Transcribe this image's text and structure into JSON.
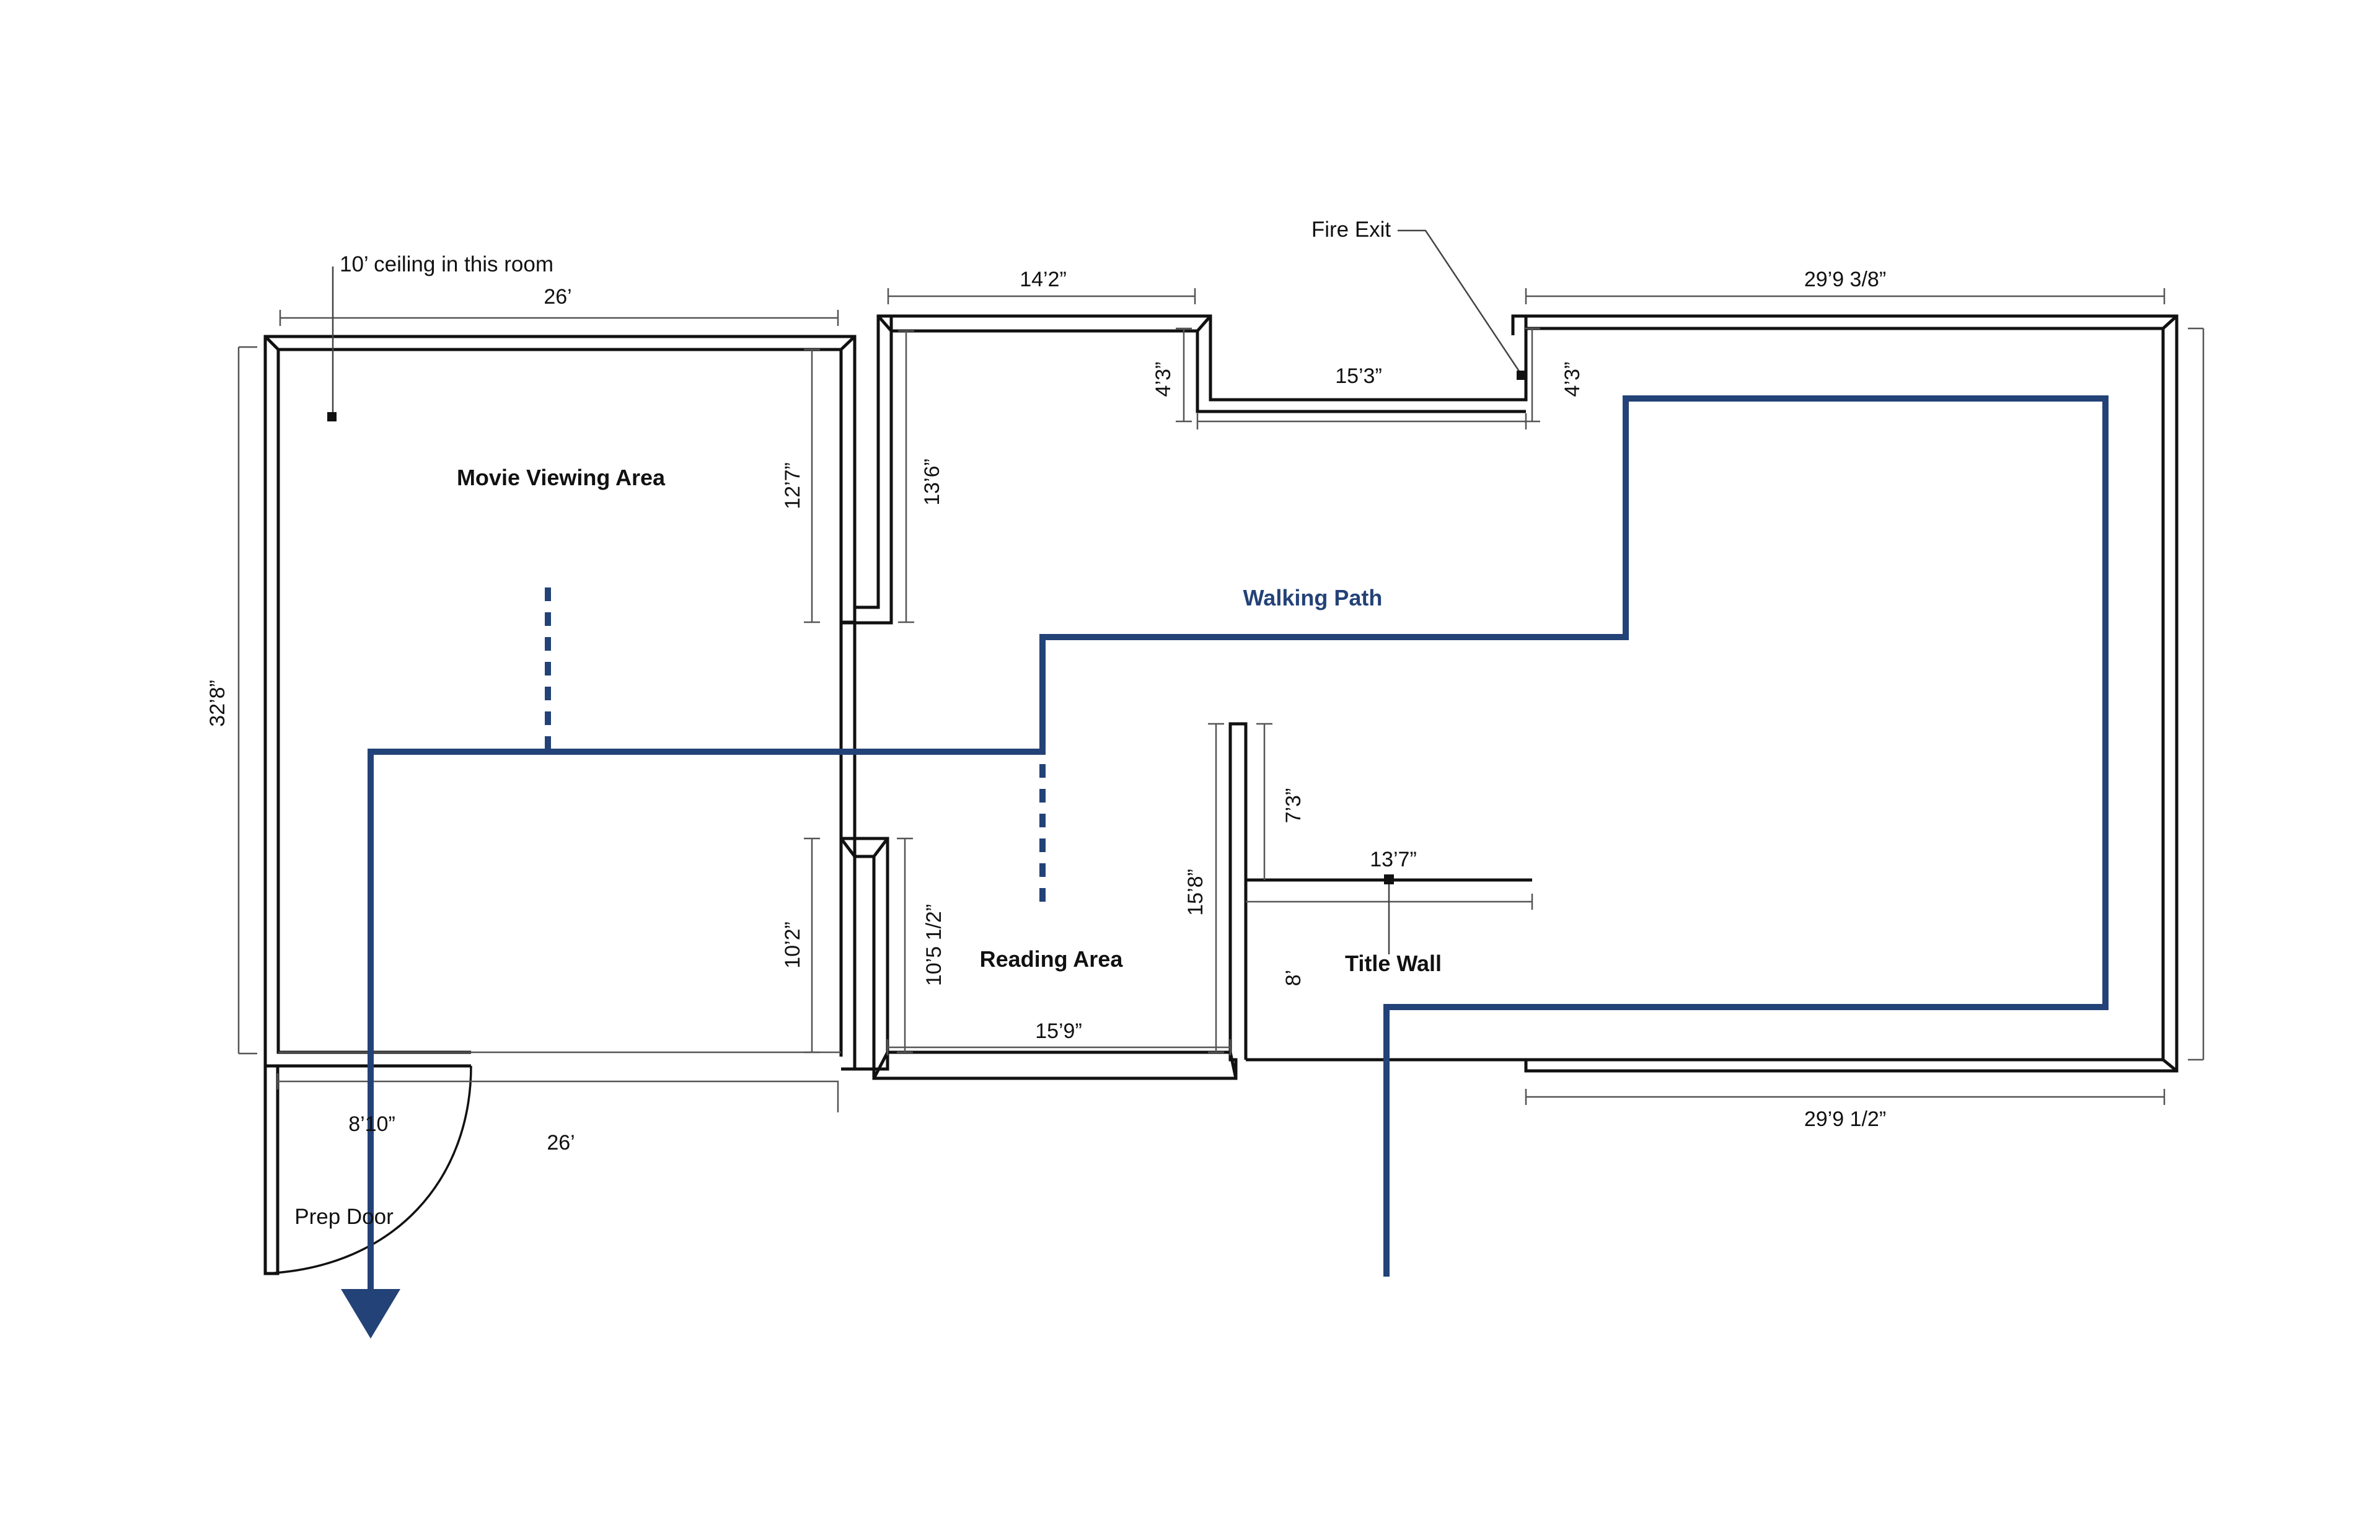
{
  "labels": {
    "movie_area": "Movie Viewing Area",
    "reading_area": "Reading Area",
    "title_wall": "Title Wall",
    "walking_path": "Walking Path",
    "fire_exit": "Fire Exit",
    "prep_door": "Prep Door",
    "ceiling_note": "10’ ceiling in this room"
  },
  "dimensions": {
    "movie_top": "26’",
    "movie_bottom": "26’",
    "movie_left": "32’8”",
    "movie_partition_upper": "12’7”",
    "movie_partition_lower": "10’2”",
    "door_width": "8’10”",
    "upper_room_top": "14’2”",
    "upper_room_left": "13’6”",
    "notch_left": "4’3”",
    "notch_bottom": "15’3”",
    "notch_right": "4’3”",
    "gallery_top": "29’9 3/8”",
    "gallery_bottom": "29’9 1/2”",
    "reading_left": "10’5 1/2”",
    "reading_bottom": "15’9”",
    "reading_right": "15’8”",
    "title_wall_upper": "7’3”",
    "title_wall_lower": "8’",
    "title_wall_length": "13’7”"
  },
  "colors": {
    "walls": "#111111",
    "walking_path": "#234277",
    "dimension_lines": "#555555"
  }
}
